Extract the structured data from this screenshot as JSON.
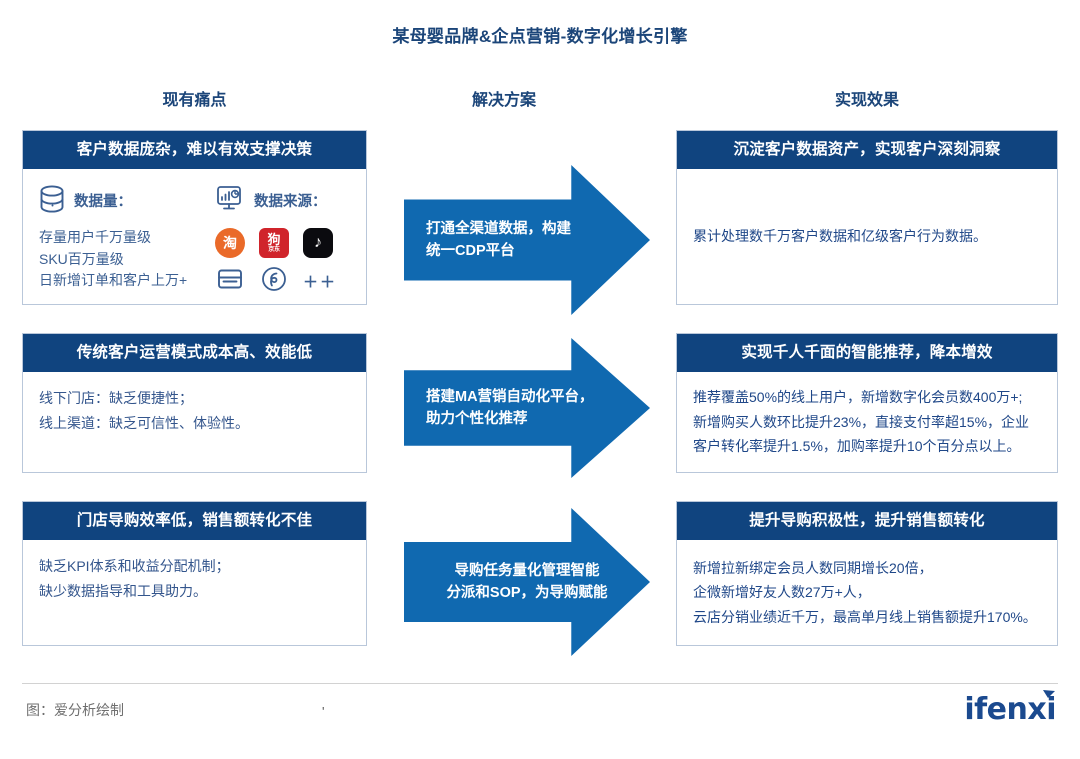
{
  "title": "某母婴品牌&企点营销-数字化增长引擎",
  "columns": {
    "pain": "现有痛点",
    "solution": "解决方案",
    "result": "实现效果"
  },
  "colors": {
    "header_navy": "#10447f",
    "arrow_blue": "#1069b0",
    "title_blue": "#1b4579",
    "body_text": "#33558c",
    "card_border": "#b9c7da",
    "logo_blue": "#1b4a8f",
    "taobao_orange": "#ea6a29",
    "jd_red": "#d0242b",
    "douyin_black": "#0b0b0f"
  },
  "rows": [
    {
      "pain": {
        "heading": "客户数据庞杂，难以有效支撑决策",
        "metrics": {
          "data_volume": {
            "icon": "database-icon",
            "label": "数据量：",
            "lines": [
              "存量用户千万量级",
              "SKU百万量级",
              "日新增订单和客户上万+"
            ]
          },
          "data_source": {
            "icon": "dashboard-monitor-icon",
            "label": "数据来源：",
            "brands_row1": [
              {
                "name": "taobao-logo",
                "mark": "淘",
                "sub": ""
              },
              {
                "name": "jd-logo",
                "mark": "狗",
                "sub": "京东"
              },
              {
                "name": "douyin-logo",
                "mark": "♪",
                "sub": ""
              }
            ],
            "brands_row2": [
              {
                "name": "box-icon"
              },
              {
                "name": "wechat-channels-icon"
              }
            ],
            "more": "＋＋"
          }
        }
      },
      "solution": {
        "lines": [
          "打通全渠道数据，构建",
          "统一CDP平台"
        ]
      },
      "result": {
        "heading": "沉淀客户数据资产，实现客户深刻洞察",
        "lines": [
          "累计处理数千万客户数据和亿级客户行为数据。"
        ]
      }
    },
    {
      "pain": {
        "heading": "传统客户运营模式成本高、效能低",
        "lines": [
          "线下门店：缺乏便捷性；",
          "线上渠道：缺乏可信性、体验性。"
        ]
      },
      "solution": {
        "lines": [
          "搭建MA营销自动化平台，",
          "助力个性化推荐"
        ]
      },
      "result": {
        "heading": "实现千人千面的智能推荐，降本增效",
        "lines": [
          "推荐覆盖50%的线上用户，新增数字化会员数400万+;",
          "新增购买人数环比提升23%，直接支付率超15%，企业",
          "客户转化率提升1.5%，加购率提升10个百分点以上。"
        ]
      }
    },
    {
      "pain": {
        "heading": "门店导购效率低，销售额转化不佳",
        "lines": [
          "缺乏KPI体系和收益分配机制；",
          "缺少数据指导和工具助力。"
        ]
      },
      "solution": {
        "lines": [
          "导购任务量化管理智能",
          "分派和SOP，为导购赋能"
        ]
      },
      "result": {
        "heading": "提升导购积极性，提升销售额转化",
        "lines": [
          "新增拉新绑定会员人数同期增长20倍，",
          "企微新增好友人数27万+人，",
          "云店分销业绩近千万，最高单月线上销售额提升170%。"
        ]
      }
    }
  ],
  "footer": {
    "source": "图：爱分析绘制",
    "dot": "'",
    "logo": "ifenxi"
  }
}
